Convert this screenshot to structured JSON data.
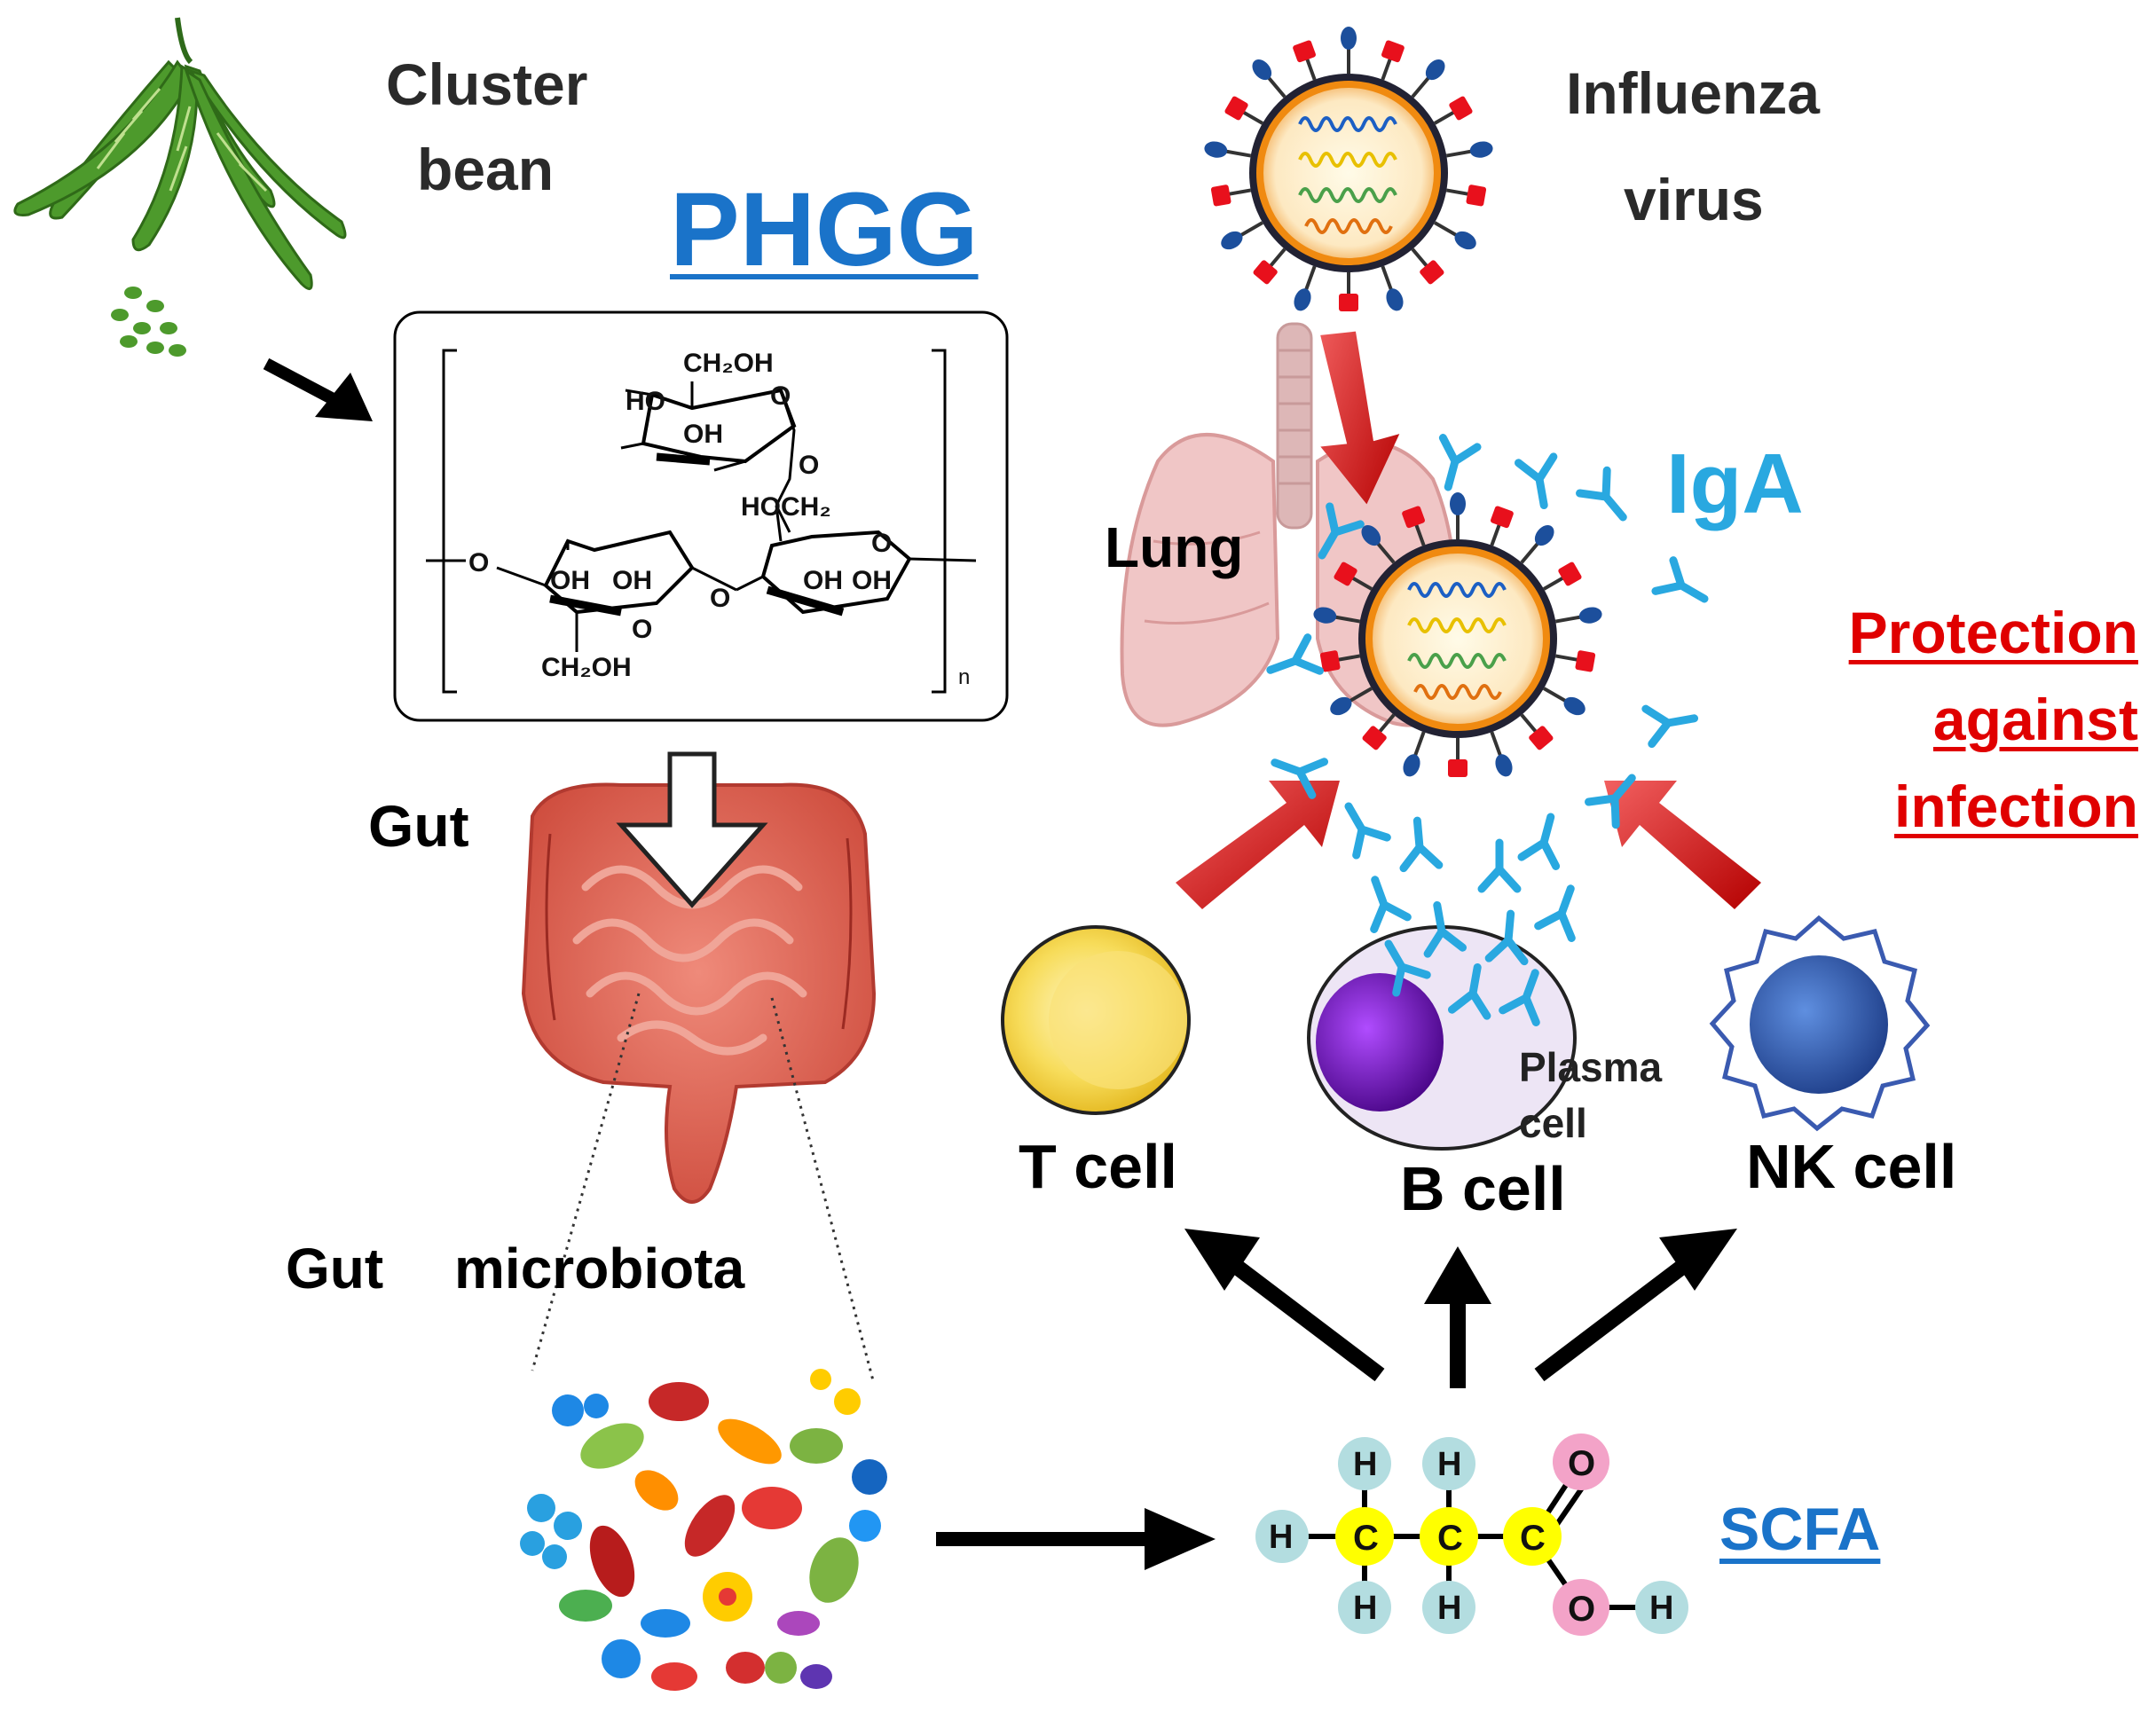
{
  "labels": {
    "cluster_bean": [
      "Cluster",
      "bean"
    ],
    "phgg": "PHGG",
    "influenza_virus": [
      "Influenza",
      "virus"
    ],
    "lung": "Lung",
    "iga": "IgA",
    "protection": [
      "Protection",
      "against",
      "infection"
    ],
    "gut": "Gut",
    "gut_microbiota": [
      "Gut",
      "microbiota"
    ],
    "t_cell": "T cell",
    "b_cell": "B cell",
    "plasma_cell": [
      "Plasma",
      "cell"
    ],
    "nk_cell": "NK cell",
    "scfa": "SCFA"
  },
  "structure_labels": {
    "ch2oh_top": "CH₂OH",
    "ho_ring": "HO",
    "oh_ring": "OH",
    "o_ring": "O",
    "o_link1": "O",
    "hoch2": "HOCH₂",
    "o_chain_left": "O",
    "oh_left1": "OH",
    "oh_left2": "OH",
    "o_link2": "O",
    "o_below": "O",
    "oh_right1": "OH",
    "oh_right2": "OH",
    "o_ring_right": "O",
    "ch2oh_bottom": "CH₂OH",
    "subscript_n": "n"
  },
  "molecule": {
    "h_top_1": "H",
    "h_top_2": "H",
    "h_left": "H",
    "c1": "C",
    "c2": "C",
    "c3": "C",
    "o_double": "O",
    "h_bot_1": "H",
    "h_bot_2": "H",
    "o_hydroxyl": "O",
    "h_hydroxyl": "H"
  },
  "colors": {
    "phgg_blue": "#1a73c9",
    "iga_blue": "#29a8e0",
    "protection_red": "#e00000",
    "arrow_red": "#e32020",
    "t_cell_yellow": "#f5d33c",
    "b_cell_purple": "#6a0ab8",
    "nk_cell_blue": "#2f5fb5",
    "carbon_yellow": "#ffff00",
    "hydrogen_teal": "#b3dde0",
    "oxygen_pink": "#f3a3c8"
  },
  "icons": [
    "cluster-bean-icon",
    "gut-icon",
    "microbiota-icon",
    "lung-icon",
    "influenza-virus-icon",
    "antibody-icon",
    "t-cell-icon",
    "b-cell-icon",
    "nk-cell-icon"
  ]
}
